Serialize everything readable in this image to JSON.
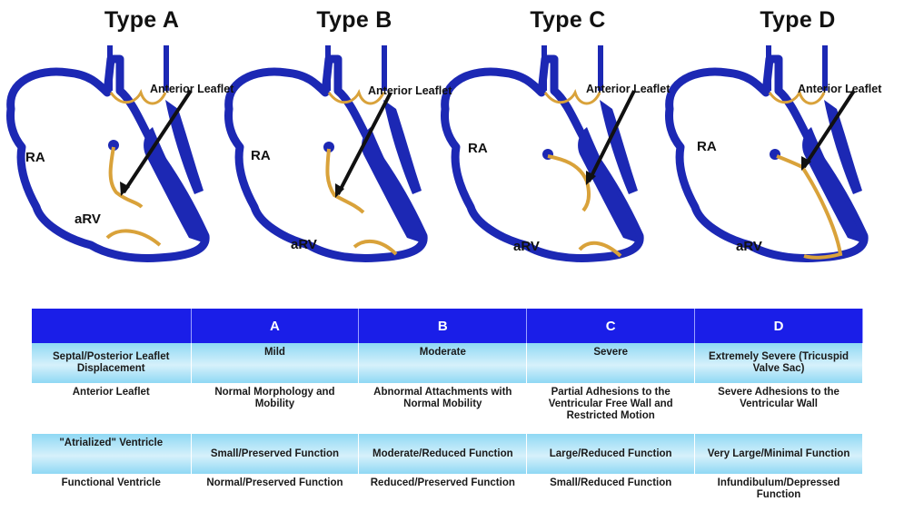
{
  "types": [
    "Type A",
    "Type B",
    "Type C",
    "Type D"
  ],
  "diagram_labels": {
    "ra": "RA",
    "arv": "aRV",
    "leaflet": "Anterior Leaflet"
  },
  "colors": {
    "heart_wall": "#1c28b4",
    "leaflet": "#d9a23a",
    "table_header": "#1a1ee8",
    "shaded_row": "#8fd8f4"
  },
  "table": {
    "headers": [
      "",
      "A",
      "B",
      "C",
      "D"
    ],
    "rows": [
      {
        "label": "Septal/Posterior Leaflet Displacement",
        "cells": [
          "Mild",
          "Moderate",
          "Severe",
          "Extremely Severe (Tricuspid Valve Sac)"
        ]
      },
      {
        "label": "Anterior Leaflet",
        "cells": [
          "Normal Morphology and Mobility",
          "Abnormal Attachments with Normal Mobility",
          "Partial Adhesions to the Ventricular Free Wall and Restricted Motion",
          "Severe Adhesions to the Ventricular Wall"
        ]
      },
      {
        "label": "\"Atrialized\" Ventricle",
        "cells": [
          "Small/Preserved Function",
          "Moderate/Reduced Function",
          "Large/Reduced Function",
          "Very Large/Minimal Function"
        ]
      },
      {
        "label": "Functional Ventricle",
        "cells": [
          "Normal/Preserved Function",
          "Reduced/Preserved Function",
          "Small/Reduced Function",
          "Infundibulum/Depressed Function"
        ]
      }
    ]
  }
}
